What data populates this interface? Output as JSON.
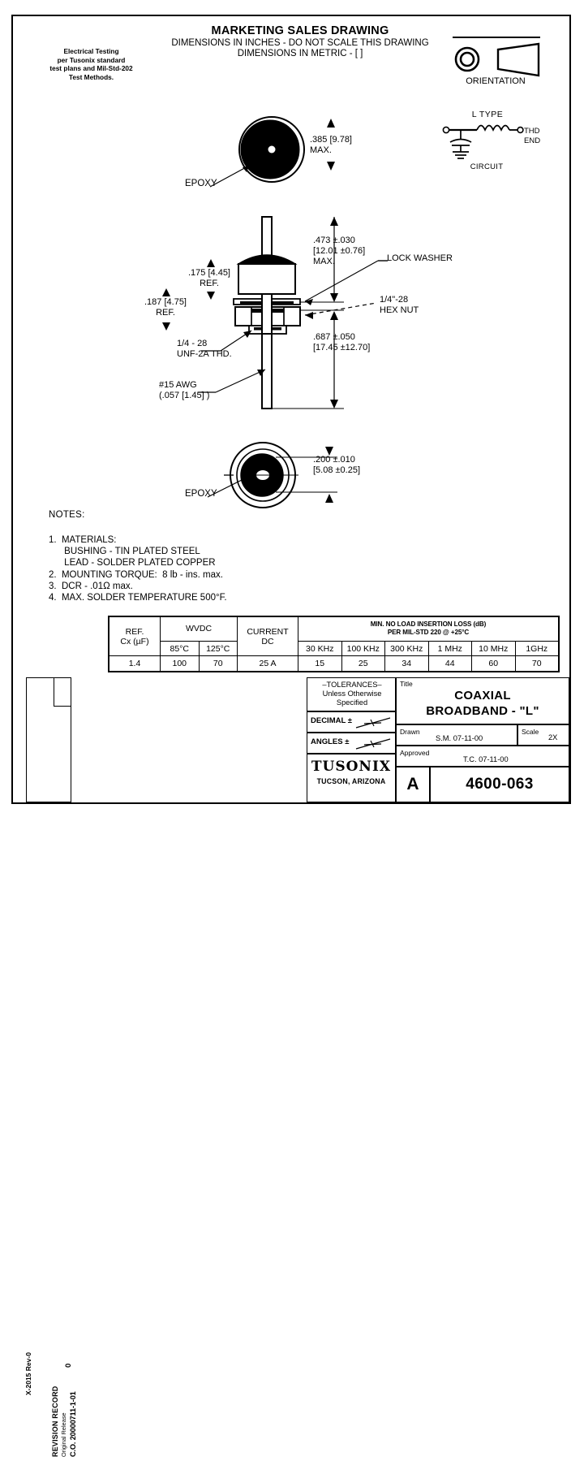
{
  "header": {
    "title": "MARKETING SALES DRAWING",
    "sub1": "DIMENSIONS IN INCHES - DO NOT SCALE THIS DRAWING",
    "sub2": "DIMENSIONS IN METRIC - [   ]"
  },
  "electrical_note": "Electrical Testing\nper Tusonix standard\ntest plans and Mil-Std-202\nTest Methods.",
  "orientation": {
    "label": "ORIENTATION"
  },
  "circuit": {
    "type_label": "L TYPE",
    "end_label": "THD\nEND",
    "caption": "CIRCUIT"
  },
  "top_view": {
    "epoxy_label": "EPOXY",
    "dim": ".385 [9.78]\nMAX."
  },
  "main_view": {
    "dim_height": ".473 ±.030\n[12.01 ±0.76]\nMAX.",
    "dim_175": ".175 [4.45]\nREF.",
    "dim_187": ".187 [4.75]\nREF.",
    "dim_687": ".687 ±.050\n[17.45 ±12.70]",
    "lock_washer": "LOCK WASHER",
    "hex_nut": "1/4\"-28\nHEX NUT",
    "thread": "1/4 - 28\nUNF-2A THD.",
    "awg": "#15  AWG\n(.057 [1.45] )"
  },
  "bottom_view": {
    "epoxy_label": "EPOXY",
    "dim": ".200 ±.010\n[5.08 ±0.25]"
  },
  "notes": {
    "heading": "NOTES:",
    "items": [
      "1.  MATERIALS:",
      "      BUSHING - TIN PLATED STEEL",
      "      LEAD - SOLDER PLATED COPPER",
      "2.  MOUNTING TORQUE:  8 lb - ins. max.",
      "3.  DCR - .01Ω max.",
      "4.  MAX. SOLDER TEMPERATURE 500°F."
    ]
  },
  "spec_table": {
    "ref_hd1": "REF.",
    "ref_hd2": "Cx (µF)",
    "wvdc_hd": "WVDC",
    "wvdc_sub": [
      "85°C",
      "125°C"
    ],
    "current_hd": "CURRENT\nDC",
    "loss_hd1": "MIN. NO LOAD INSERTION LOSS (dB)",
    "loss_hd2": "PER MIL-STD 220 @ +25°C",
    "freqs": [
      "30 KHz",
      "100 KHz",
      "300 KHz",
      "1 MHz",
      "10 MHz",
      "1GHz"
    ],
    "row": {
      "ref": "1.4",
      "wvdc": [
        "100",
        "70"
      ],
      "current": "25 A",
      "loss": [
        "15",
        "25",
        "34",
        "44",
        "60",
        "70"
      ]
    }
  },
  "revision_record": {
    "sheet_code": "X-2015 Rev-0",
    "heading": "REVISION RECORD",
    "rev": "0",
    "original_release": "Original Release",
    "co": "C.O. 20000711-1-01"
  },
  "title_block": {
    "tolerances_hd": "–TOLERANCES–\nUnless Otherwise\nSpecified",
    "decimal_label": "DECIMAL ±",
    "angles_label": "ANGLES ±",
    "title_caption": "Title",
    "title": "COAXIAL\nBROADBAND - \"L\"",
    "drawn_label": "Drawn",
    "drawn_value": "S.M. 07-11-00",
    "scale_label": "Scale",
    "scale_value": "2X",
    "approved_label": "Approved",
    "approved_value": "T.C. 07-11-00",
    "logo": "TUSONIX",
    "logo_sub": "TUCSON, ARIZONA",
    "size": "A",
    "drawing_number": "4600-063"
  }
}
